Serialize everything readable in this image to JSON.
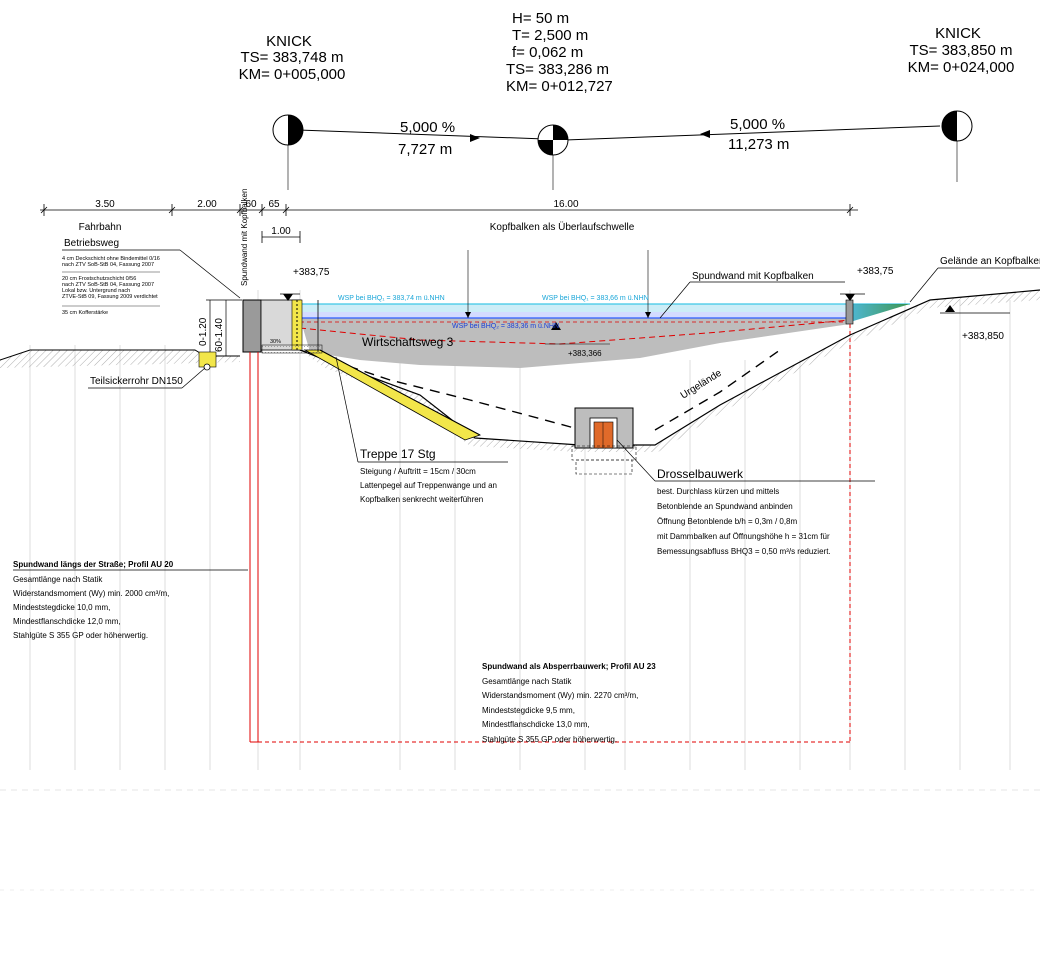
{
  "profile": {
    "knick_left": {
      "title": "KNICK",
      "ts": "TS=  383,748 m",
      "km": "KM=  0+005,000"
    },
    "low_point": {
      "h": "H=        50 m",
      "t": "T=     2,500 m",
      "f": "f=    0,062 m",
      "ts": "TS=  383,286 m",
      "km": "KM=  0+012,727"
    },
    "knick_right": {
      "title": "KNICK",
      "ts": "TS=  383,850 m",
      "km": "KM=  0+024,000"
    },
    "slope_left": {
      "percent": "5,000 %",
      "length": "7,727 m"
    },
    "slope_right": {
      "percent": "5,000 %",
      "length": "11,273 m"
    }
  },
  "dimensions": {
    "d1": "3.50",
    "d2": "2.00",
    "d3": "60",
    "d4": "65",
    "d5": "16.00",
    "d6": "1.00",
    "v1": "0-1.20",
    "v2": "60-1.40"
  },
  "labels": {
    "fahrbahn": "Fahrbahn",
    "kopfbalken": "Kopfbalken als Überlaufschwelle",
    "betriebsweg": "Betriebsweg",
    "spundwand_vertical": "Spundwand mit Kopfbalken",
    "spundwand_kopf": "Spundwand mit Kopfbalken",
    "gelaende": "Gelände an Kopfbalken",
    "elev_1": "+383,75",
    "elev_2": "+383,75",
    "elev_3": "+383,850",
    "elev_4": "+383,366",
    "wirtschaftsweg": "Wirtschaftsweg 3",
    "urgelaende": "Urgelände",
    "sickerrohr": "Teilsickerrohr DN150",
    "wsp_bhq1_left": "WSP bei BHQ₁ = 383,74 m ü.NHN",
    "wsp_bhq1_right": "WSP bei BHQ₁ = 383,66 m ü.NHN",
    "wsp_bhq2": "WSP bei BHQ₂ = 383,36 m ü.NHN",
    "small": "30%",
    "layers": [
      "4 cm  Deckschicht ohne Bindemittel 0/16",
      "         nach ZTV SoB-StB 04, Fassung 2007",
      "20 cm  Frostschutzschicht 0/56",
      "         nach ZTV SoB-StB 04, Fassung 2007",
      "         Lokal bzw. Untergrund nach",
      "         ZTVE-StB 09, Fassung 2009 verdichtet",
      "35 cm  Kofferstärke"
    ]
  },
  "treppe": {
    "title": "Treppe 17 Stg",
    "lines": [
      "Steigung / Auftritt = 15cm / 30cm",
      "Lattenpegel auf Treppenwange und an",
      "Kopfbalken senkrecht weiterführen"
    ]
  },
  "drossel": {
    "title": "Drosselbauwerk",
    "lines": [
      "best. Durchlass kürzen und mittels",
      "Betonblende an Spundwand anbinden",
      "Öffnung Betonblende b/h = 0,3m / 0,8m",
      "mit Dammbalken auf Öffnungshöhe h = 31cm für",
      "Bemessungsabfluss BHQ3 = 0,50 m³/s reduziert."
    ]
  },
  "spundwand_strasse": {
    "title": "Spundwand längs der Straße; Profil AU 20",
    "lines": [
      "Gesamtlänge nach Statik",
      "Widerstandsmoment (Wy) min. 2000 cm³/m,",
      "Mindeststegdicke 10,0 mm,",
      "Mindestflanschdicke 12,0 mm,",
      "Stahlgüte S 355 GP oder höherwertig."
    ]
  },
  "spundwand_absperr": {
    "title": "Spundwand als Absperrbauwerk; Profil AU 23",
    "lines": [
      "Gesamtlänge nach Statik",
      "Widerstandsmoment (Wy) min. 2270 cm³/m,",
      "Mindeststegdicke 9,5 mm,",
      "Mindestflanschdicke 13,0 mm,",
      "Stahlgüte S 355 GP oder höherwertig."
    ]
  },
  "colors": {
    "line": "#000000",
    "fill_grey": "#bdbdbd",
    "fill_light": "#d9d9d9",
    "water_blue": "#2c5cff",
    "water_cyan": "#3cc7e6",
    "dash_red": "#e00000",
    "yellow": "#f2e64a",
    "orange": "#e06a2a",
    "green": "#2a8a3c"
  }
}
